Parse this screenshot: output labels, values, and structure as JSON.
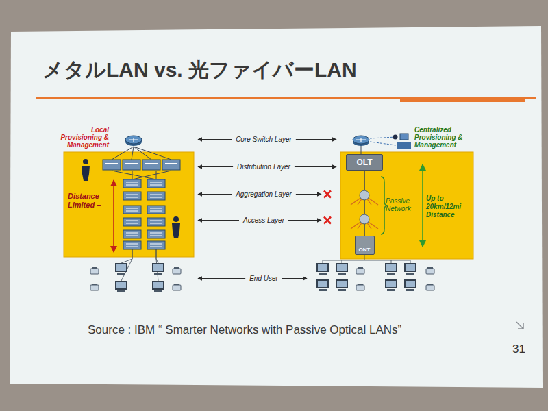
{
  "diagram": {
    "title": "メタルLAN vs. 光ファイバーLAN",
    "caption": "Source : IBM “ Smarter Networks with Passive Optical LANs”",
    "nodes": [
      {
        "text": [
          "Local Provisioning & Management",
          "Distance Limited –"
        ]
      },
      {
        "text": [
          "Centralized Provisioning & Management",
          "Passive Network",
          "Up to 20km/12mi Distance"
        ]
      },
      {
        "text": [
          "OLT"
        ],
        "in": 1
      },
      {
        "text": [
          "ONT"
        ],
        "in": 1
      }
    ],
    "edges": [
      {
        "from": 2,
        "to": 3,
        "arrow": "none"
      }
    ],
    "labels": [
      "Core Switch Layer",
      "Distribution Layer",
      "Aggregation Layer",
      "Access Layer",
      "End User",
      "31"
    ]
  }
}
